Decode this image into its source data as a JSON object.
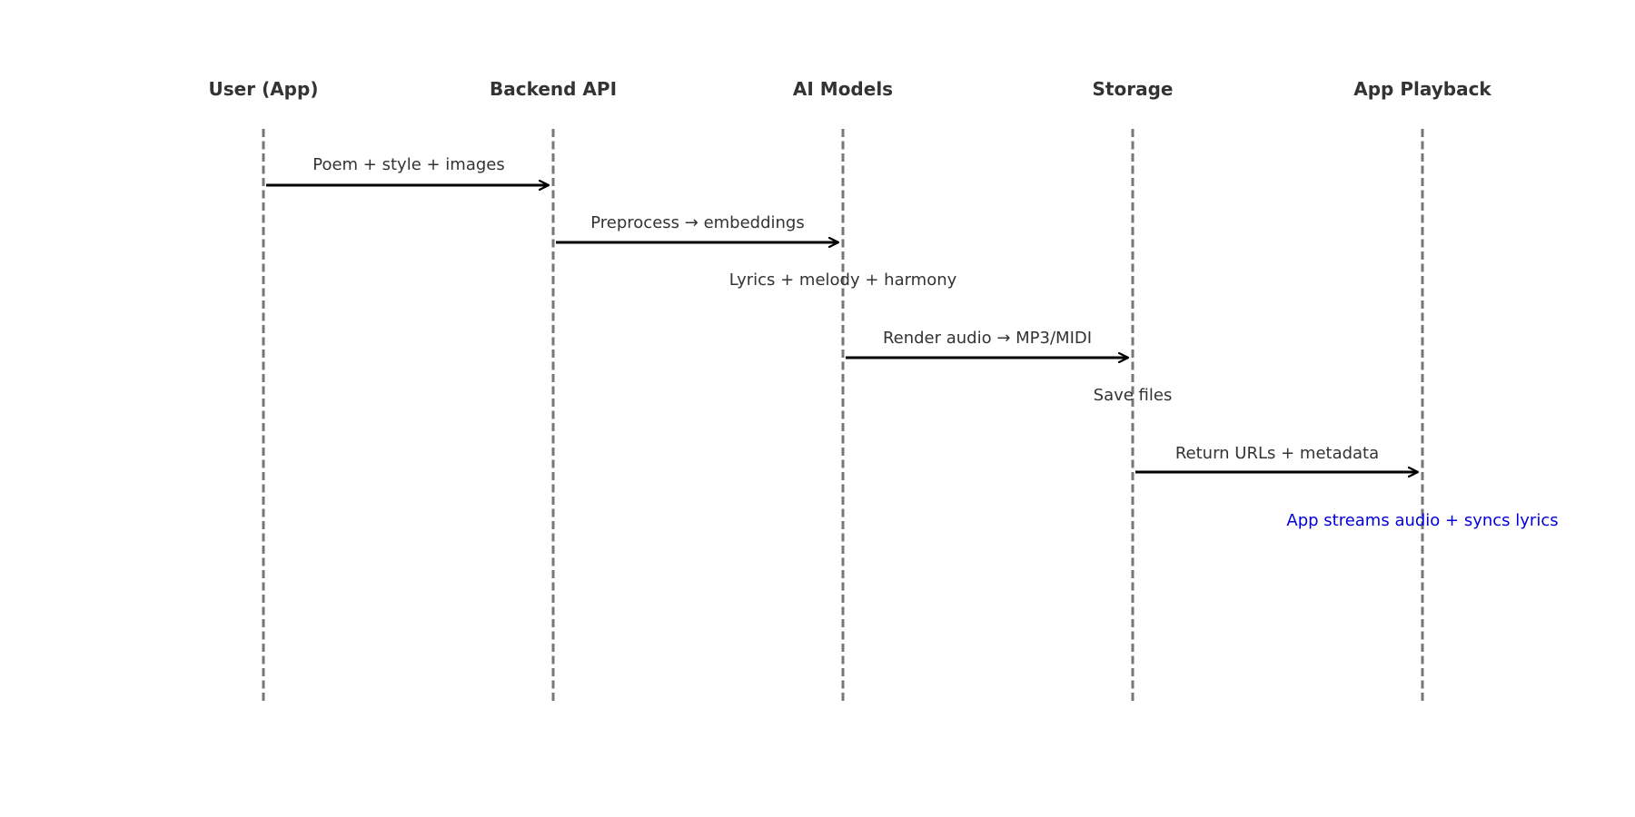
{
  "colors": {
    "lifeline": "#777777",
    "arrow": "#000000",
    "text": "#333333",
    "note_accent": "#0000dd"
  },
  "participants": [
    {
      "label": "User (App)"
    },
    {
      "label": "Backend API"
    },
    {
      "label": "AI Models"
    },
    {
      "label": "Storage"
    },
    {
      "label": "App Playback"
    }
  ],
  "messages": [
    {
      "from": 0,
      "to": 1,
      "label": "Poem + style + images"
    },
    {
      "from": 1,
      "to": 2,
      "label": "Preprocess → embeddings"
    },
    {
      "from": 2,
      "to": 2,
      "label": "Lyrics + melody + harmony"
    },
    {
      "from": 2,
      "to": 3,
      "label": "Render audio → MP3/MIDI"
    },
    {
      "from": 3,
      "to": 3,
      "label": "Save files"
    },
    {
      "from": 3,
      "to": 4,
      "label": "Return URLs + metadata"
    }
  ],
  "final_note": {
    "at": 4,
    "label": "App streams audio + syncs lyrics"
  }
}
